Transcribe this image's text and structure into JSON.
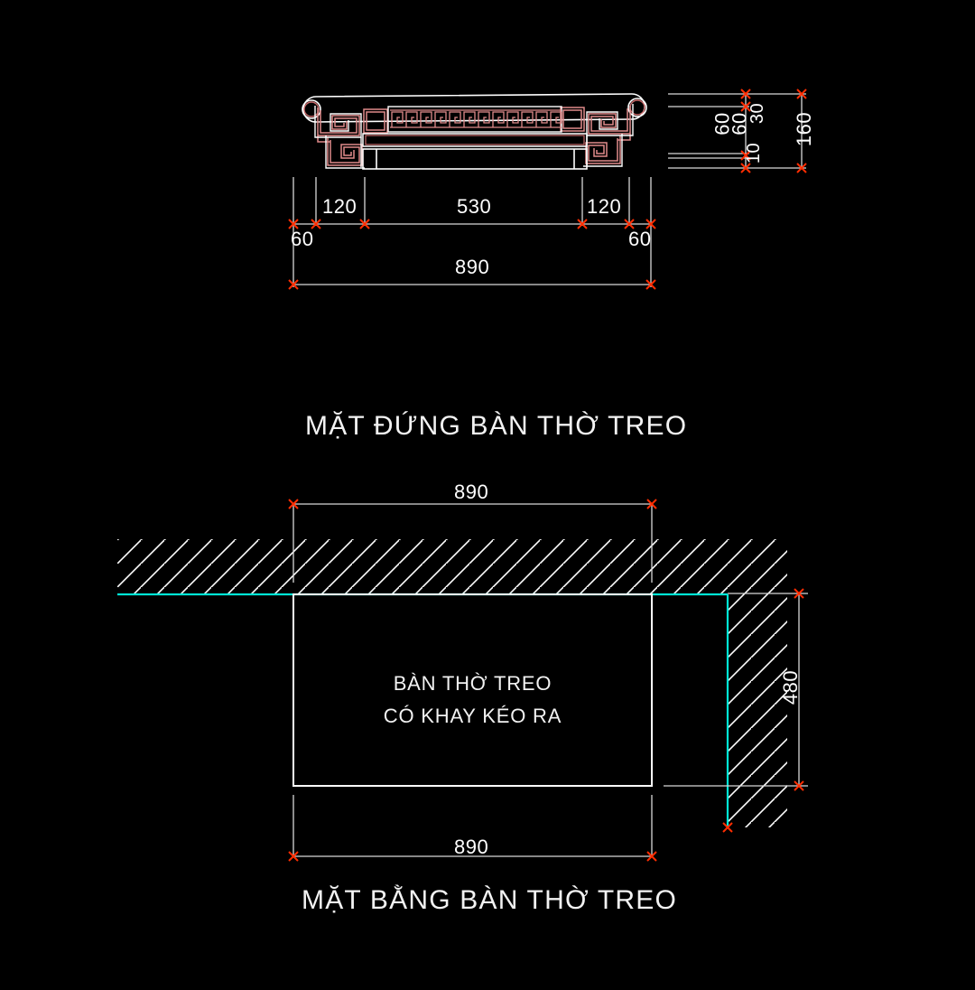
{
  "document": {
    "background_color": "#000000",
    "line_color": "#ffffff",
    "ornament_color": "#e08b8b",
    "wall_color": "#00e5d5",
    "marker_color": "#ff2d00"
  },
  "elevation": {
    "title": "MẶT ĐỨNG BÀN THỜ TREO",
    "horizontal_dimensions": [
      {
        "label": "60",
        "value": 60
      },
      {
        "label": "120",
        "value": 120
      },
      {
        "label": "530",
        "value": 530
      },
      {
        "label": "120",
        "value": 120
      },
      {
        "label": "60",
        "value": 60
      }
    ],
    "overall_width": {
      "label": "890",
      "value": 890
    },
    "vertical_dimensions_left": [
      {
        "label": "60",
        "value": 60
      },
      {
        "label": "60",
        "value": 60
      }
    ],
    "vertical_dimensions_right": [
      {
        "label": "30",
        "value": 30
      },
      {
        "label": "10",
        "value": 10
      }
    ],
    "overall_height": {
      "label": "160",
      "value": 160
    }
  },
  "plan": {
    "title": "MẶT BẰNG BÀN THỜ TREO",
    "center_label_line1": "BÀN THỜ TREO",
    "center_label_line2": "CÓ KHAY KÉO RA",
    "top_dimension": {
      "label": "890",
      "value": 890
    },
    "bottom_dimension": {
      "label": "890",
      "value": 890
    },
    "depth_dimension": {
      "label": "480",
      "value": 480
    }
  }
}
